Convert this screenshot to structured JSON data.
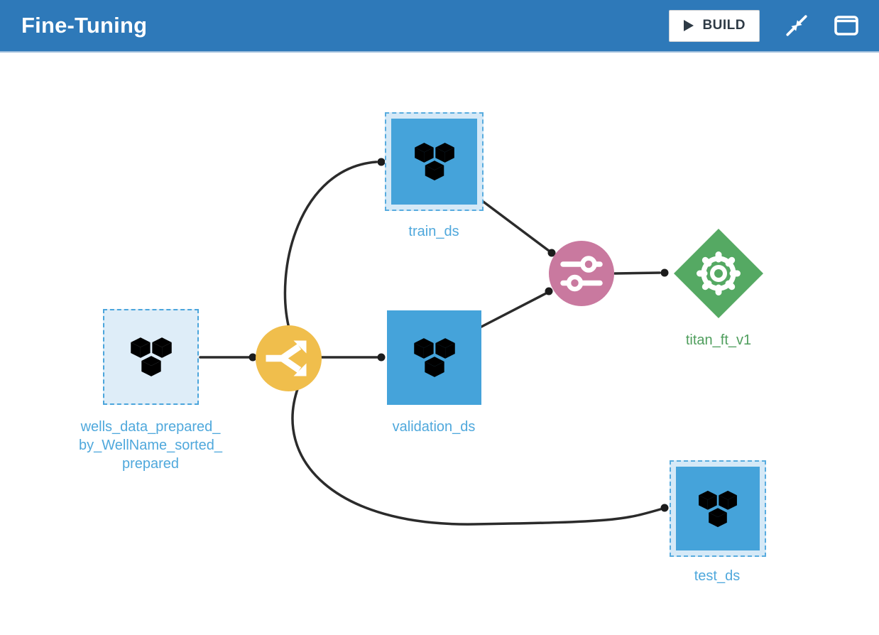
{
  "header": {
    "title": "Fine-Tuning",
    "build_label": "BUILD"
  },
  "flow": {
    "nodes": [
      {
        "id": "wells_data",
        "type": "dataset",
        "icon": "cubes-dataset-icon",
        "label": "wells_data_prepared_by_WellName_sorted_prepared",
        "label_lines": [
          "wells_data_prepared_",
          "by_WellName_sorted_",
          "prepared"
        ],
        "selected": true
      },
      {
        "id": "split_recipe",
        "type": "recipe-split",
        "icon": "split-arrows-icon"
      },
      {
        "id": "train_ds",
        "type": "dataset",
        "icon": "cubes-dataset-icon",
        "label": "train_ds",
        "selected": true
      },
      {
        "id": "validation_ds",
        "type": "dataset",
        "icon": "cubes-dataset-icon",
        "label": "validation_ds",
        "selected": false
      },
      {
        "id": "finetune_recipe",
        "type": "recipe-finetune",
        "icon": "sliders-icon"
      },
      {
        "id": "titan_ft_v1",
        "type": "saved-model",
        "icon": "gear-icon",
        "label": "titan_ft_v1"
      },
      {
        "id": "test_ds",
        "type": "dataset",
        "icon": "cubes-dataset-icon",
        "label": "test_ds",
        "selected": true
      }
    ],
    "edges": [
      {
        "from": "wells_data",
        "to": "split_recipe"
      },
      {
        "from": "split_recipe",
        "to": "train_ds"
      },
      {
        "from": "split_recipe",
        "to": "validation_ds"
      },
      {
        "from": "split_recipe",
        "to": "test_ds"
      },
      {
        "from": "train_ds",
        "to": "finetune_recipe"
      },
      {
        "from": "validation_ds",
        "to": "finetune_recipe"
      },
      {
        "from": "finetune_recipe",
        "to": "titan_ft_v1"
      }
    ]
  },
  "colors": {
    "header_bg": "#2E79B9",
    "dataset_blue": "#45A3DA",
    "selection_fill": "#D5E9F7",
    "selection_dash": "#58ACDF",
    "split_yellow": "#F0BE4C",
    "finetune_pink": "#C9799F",
    "model_green": "#55A963",
    "edge_black": "#262626",
    "label_blue": "#4FA8DC",
    "label_green": "#4F9E5D",
    "build_text": "#2E3A45"
  }
}
